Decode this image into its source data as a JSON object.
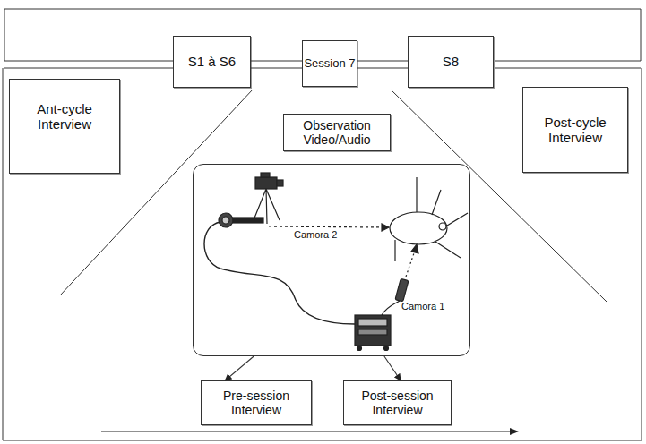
{
  "diagram": {
    "nodes": [
      {
        "text": [
          "S1 à S6"
        ]
      },
      {
        "text": [
          "Session 7"
        ]
      },
      {
        "text": [
          "S8"
        ]
      },
      {
        "text": [
          "Ant-cycle Interview"
        ]
      },
      {
        "text": [
          "Observation Video/Audio"
        ]
      },
      {
        "text": [
          "Post-cycle Interview"
        ]
      },
      {
        "text": [
          "Camora 2",
          "Camora 1"
        ]
      },
      {
        "text": [
          "Pre-session Interview"
        ]
      },
      {
        "text": [
          "Post-session Interview"
        ]
      }
    ],
    "edges": [
      {
        "from": 0,
        "to": 1,
        "arrow": "none"
      },
      {
        "from": 1,
        "to": 2,
        "arrow": "none"
      },
      {
        "from": 6,
        "to": 7,
        "arrow": "to"
      },
      {
        "from": 6,
        "to": 8,
        "arrow": "to"
      }
    ]
  }
}
